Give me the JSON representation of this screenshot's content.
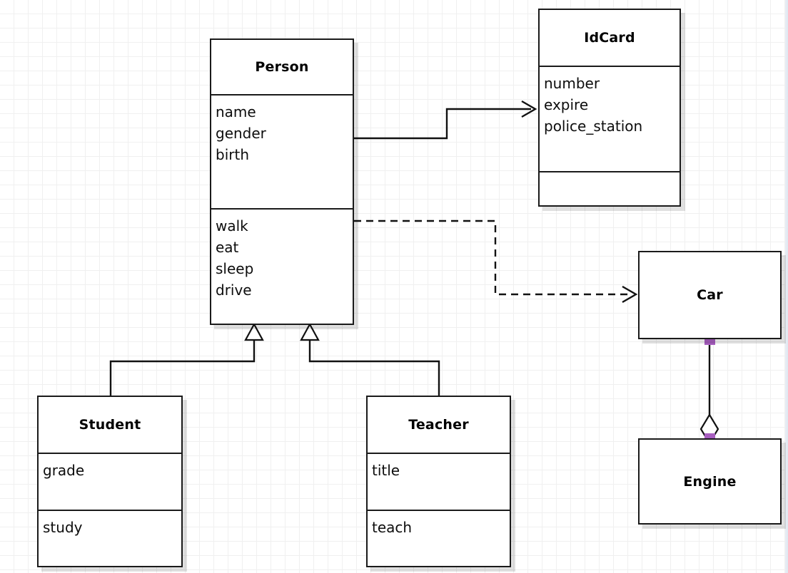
{
  "diagram": {
    "kind": "uml-class-diagram",
    "background": "#ffffff",
    "grid_color": "#f0f0f0",
    "grid_size": 20,
    "line_color": "#111111",
    "handle_color": "#a85fc0",
    "shadow_color": "rgba(0,0,0,0.12)"
  },
  "classes": {
    "person": {
      "name": "Person",
      "attributes": [
        "name",
        "gender",
        "birth"
      ],
      "operations": [
        "walk",
        "eat",
        "sleep",
        "drive"
      ]
    },
    "idcard": {
      "name": "IdCard",
      "attributes": [
        "number",
        "expire",
        "police_station"
      ],
      "operations": []
    },
    "car": {
      "name": "Car",
      "attributes": [],
      "operations": []
    },
    "engine": {
      "name": "Engine",
      "attributes": [],
      "operations": []
    },
    "student": {
      "name": "Student",
      "attributes": [
        "grade"
      ],
      "operations": [
        "study"
      ]
    },
    "teacher": {
      "name": "Teacher",
      "attributes": [
        "title"
      ],
      "operations": [
        "teach"
      ]
    }
  },
  "relationships": [
    {
      "id": "person-idcard",
      "type": "association",
      "style": "solid",
      "head": "open-arrow",
      "source": "Person",
      "target": "IdCard"
    },
    {
      "id": "person-car",
      "type": "dependency",
      "style": "dashed",
      "head": "open-arrow",
      "source": "Person",
      "target": "Car"
    },
    {
      "id": "student-person",
      "type": "generalization",
      "style": "solid",
      "head": "hollow-triangle",
      "source": "Student",
      "target": "Person"
    },
    {
      "id": "teacher-person",
      "type": "generalization",
      "style": "solid",
      "head": "hollow-triangle",
      "source": "Teacher",
      "target": "Person"
    },
    {
      "id": "car-engine",
      "type": "aggregation",
      "style": "solid",
      "head": "hollow-diamond",
      "source": "Car",
      "target": "Engine"
    }
  ]
}
